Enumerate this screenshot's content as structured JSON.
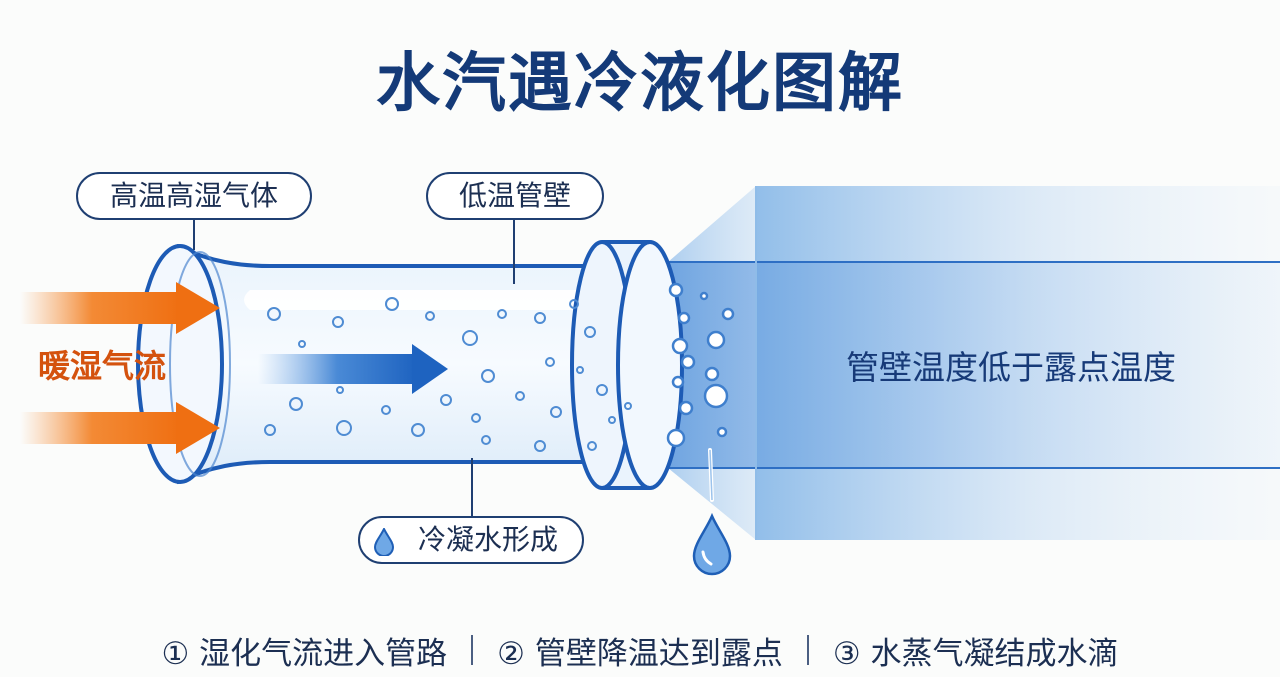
{
  "title": "水汽遇冷液化图解",
  "labels": {
    "gas": "高温高湿气体",
    "wall": "低温管壁",
    "condensate": "冷凝水形成",
    "airflow": "暖湿气流",
    "condition": "管壁温度低于露点温度"
  },
  "steps": [
    {
      "text": "① 湿化气流进入管路"
    },
    {
      "text": "② 管壁降温达到露点"
    },
    {
      "text": "③ 水蒸气凝结成水滴"
    }
  ],
  "icons": [
    "arrow-right-icon",
    "water-drop-icon"
  ],
  "colors": {
    "title": "#143a78",
    "warm_arrow": "#f07b20",
    "cool_arrow": "#1e63c0",
    "pipe_outline": "#1d5bb5",
    "beam": "#7fb3e6"
  }
}
